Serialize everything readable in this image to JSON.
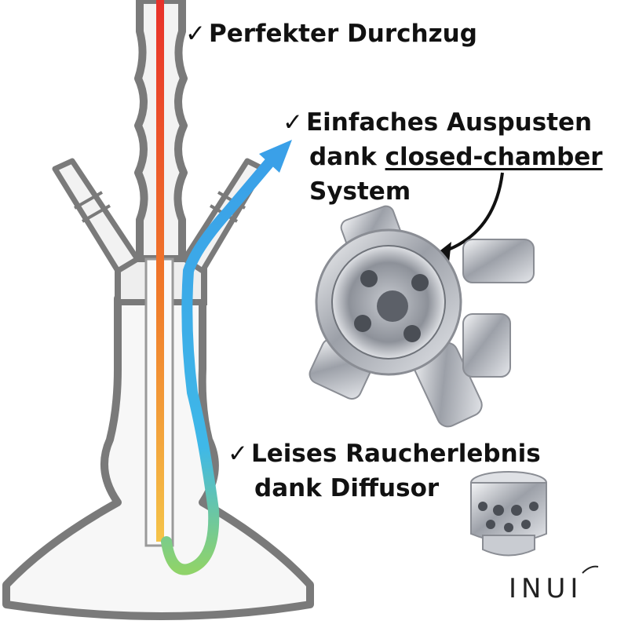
{
  "features": [
    {
      "check": "✓",
      "lines": [
        "Perfekter Durchzug"
      ]
    },
    {
      "check": "✓",
      "lines": [
        "Einfaches Auspusten",
        "dank ",
        "closed-chamber",
        "System"
      ]
    },
    {
      "check": "✓",
      "lines": [
        "Leises Raucherlebnis",
        "dank Diffusor"
      ]
    }
  ],
  "brand": "INUI",
  "colors": {
    "text": "#111111",
    "outline": "#7a7a7a",
    "glass": "#e6e6e6",
    "hot_top": "#e8312a",
    "hot_bottom": "#f5b942",
    "cool_top": "#3aa0e8",
    "cool_bottom": "#8fd36a",
    "metal": "#b9bcc2"
  },
  "icons": [
    "checkmark-icon",
    "arrow-up-right-icon",
    "callout-arrow-icon",
    "inui-logo-icon"
  ]
}
